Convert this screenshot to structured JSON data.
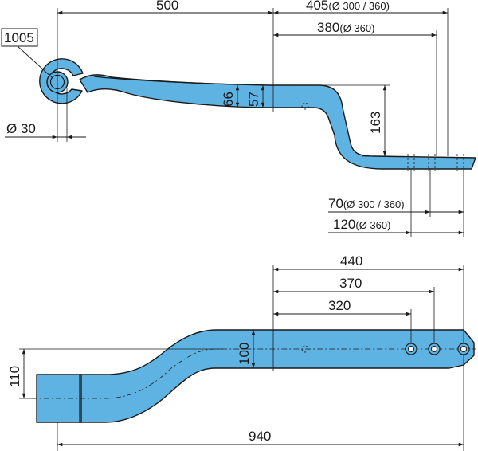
{
  "colors": {
    "part_fill": "#5fb3e3",
    "line": "#1a1a1a",
    "background": "#ffffff"
  },
  "side_view": {
    "part_number": "1005",
    "eye_diameter": "Ø 30",
    "dim_length_500": "500",
    "dim_405": "405",
    "dim_405_note": "(Ø 300 / 360)",
    "dim_380": "380",
    "dim_380_note": "(Ø 360)",
    "dim_thickness_66": "66",
    "dim_thickness_57": "57",
    "dim_drop_163": "163",
    "dim_70": "70",
    "dim_70_note": "(Ø 300 / 360)",
    "dim_120": "120",
    "dim_120_note": "(Ø 360)"
  },
  "top_view": {
    "dim_440": "440",
    "dim_370": "370",
    "dim_320": "320",
    "dim_width_100": "100",
    "dim_offset_110": "110",
    "dim_total_940": "940"
  }
}
